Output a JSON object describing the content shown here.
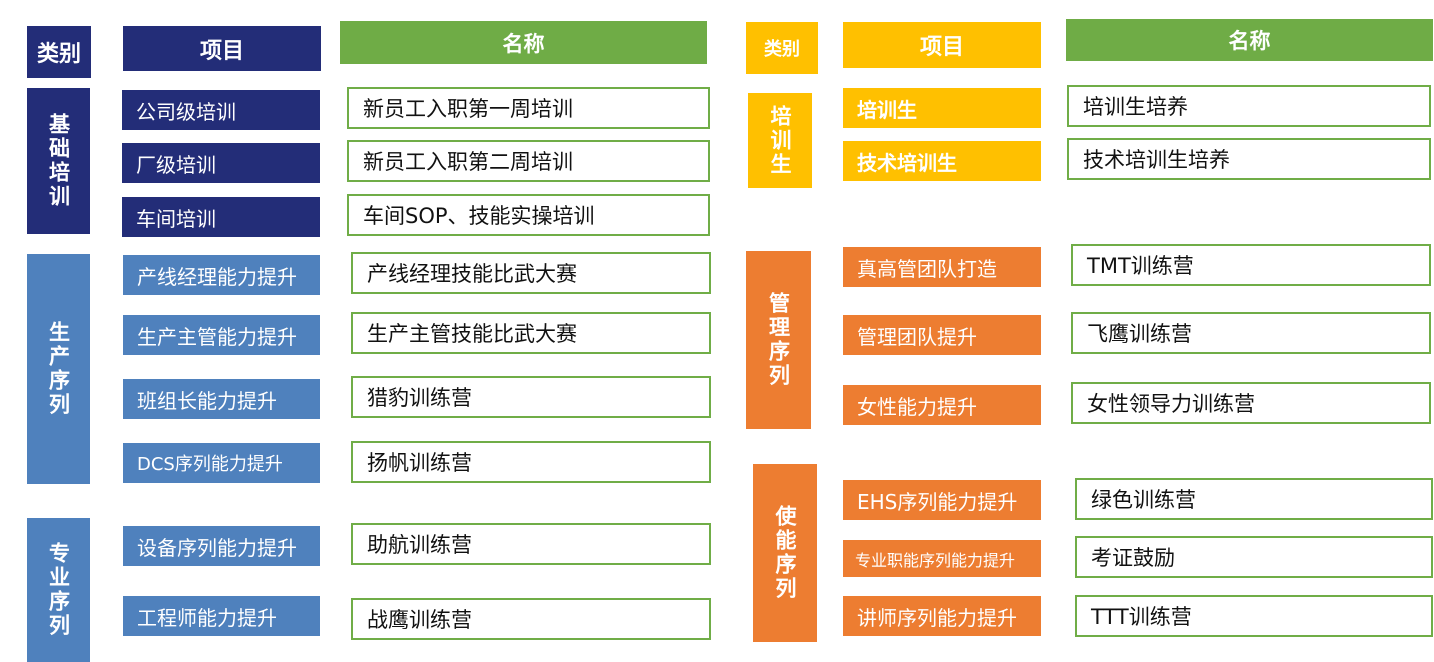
{
  "left": {
    "header": {
      "category": "类别",
      "project": "项目",
      "name": "名称"
    },
    "groups": [
      {
        "category": "基础培训",
        "items": [
          {
            "project": "公司级培训",
            "name": "新员工入职第一周培训"
          },
          {
            "project": "厂级培训",
            "name": "新员工入职第二周培训"
          },
          {
            "project": "车间培训",
            "name": "车间SOP、技能实操培训"
          }
        ]
      },
      {
        "category": "生产序列",
        "items": [
          {
            "project": "产线经理能力提升",
            "name": "产线经理技能比武大赛"
          },
          {
            "project": "生产主管能力提升",
            "name": "生产主管技能比武大赛"
          },
          {
            "project": "班组长能力提升",
            "name": "猎豹训练营"
          },
          {
            "project": "DCS序列能力提升",
            "name": "扬帆训练营"
          }
        ]
      },
      {
        "category": "专业序列",
        "items": [
          {
            "project": "设备序列能力提升",
            "name": "助航训练营"
          },
          {
            "project": "工程师能力提升",
            "name": "战鹰训练营"
          }
        ]
      }
    ]
  },
  "right": {
    "header": {
      "category": "类别",
      "project": "项目",
      "name": "名称"
    },
    "groups": [
      {
        "category": "培训生",
        "items": [
          {
            "project": "培训生",
            "name": "培训生培养"
          },
          {
            "project": "技术培训生",
            "name": "技术培训生培养"
          }
        ]
      },
      {
        "category": "管理序列",
        "items": [
          {
            "project": "真高管团队打造",
            "name": "TMT训练营"
          },
          {
            "project": "管理团队提升",
            "name": "飞鹰训练营"
          },
          {
            "project": "女性能力提升",
            "name": "女性领导力训练营"
          }
        ]
      },
      {
        "category": "使能序列",
        "items": [
          {
            "project": "EHS序列能力提升",
            "name": "绿色训练营"
          },
          {
            "project": "专业职能序列能力提升",
            "name": "考证鼓励"
          },
          {
            "project": "讲师序列能力提升",
            "name": "TTT训练营"
          }
        ]
      }
    ]
  },
  "colors": {
    "navy": "#232d78",
    "green": "#6fac46",
    "yellow": "#ffc000",
    "steel_blue": "#4f81bd",
    "orange": "#ed7d31"
  }
}
